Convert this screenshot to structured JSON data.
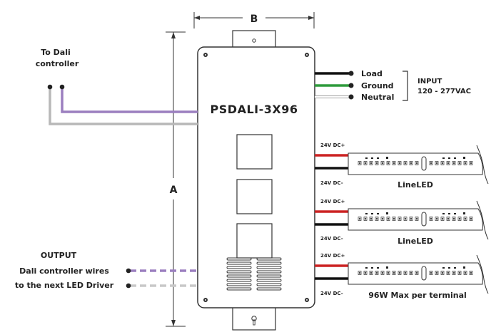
{
  "driver": {
    "model": "PSDALI-3X96"
  },
  "dimensions": {
    "width_label": "B",
    "height_label": "A"
  },
  "dali_in": {
    "label_line1": "To Dali",
    "label_line2": "controller"
  },
  "input": {
    "title_line1": "INPUT",
    "title_line2": "120 - 277VAC",
    "wires": [
      {
        "label": "Load",
        "color": "#111111"
      },
      {
        "label": "Ground",
        "color": "#2e9b3c"
      },
      {
        "label": "Neutral",
        "color": "#ffffff"
      }
    ]
  },
  "output": {
    "line1": "OUTPUT",
    "line2": "Dali controller wires",
    "line3": "to the next LED Driver"
  },
  "terminals": [
    {
      "pos": "24V DC+",
      "neg": "24V DC-",
      "strip_label": "LineLED"
    },
    {
      "pos": "24V DC+",
      "neg": "24V DC-",
      "strip_label": "LineLED"
    },
    {
      "pos": "24V DC+",
      "neg": "24V DC-",
      "strip_label": "96W Max per terminal"
    }
  ],
  "colors": {
    "dali_purple": "#9b7fbf",
    "dali_gray": "#b8b8b8",
    "positive": "#cc2222",
    "negative": "#111111"
  }
}
